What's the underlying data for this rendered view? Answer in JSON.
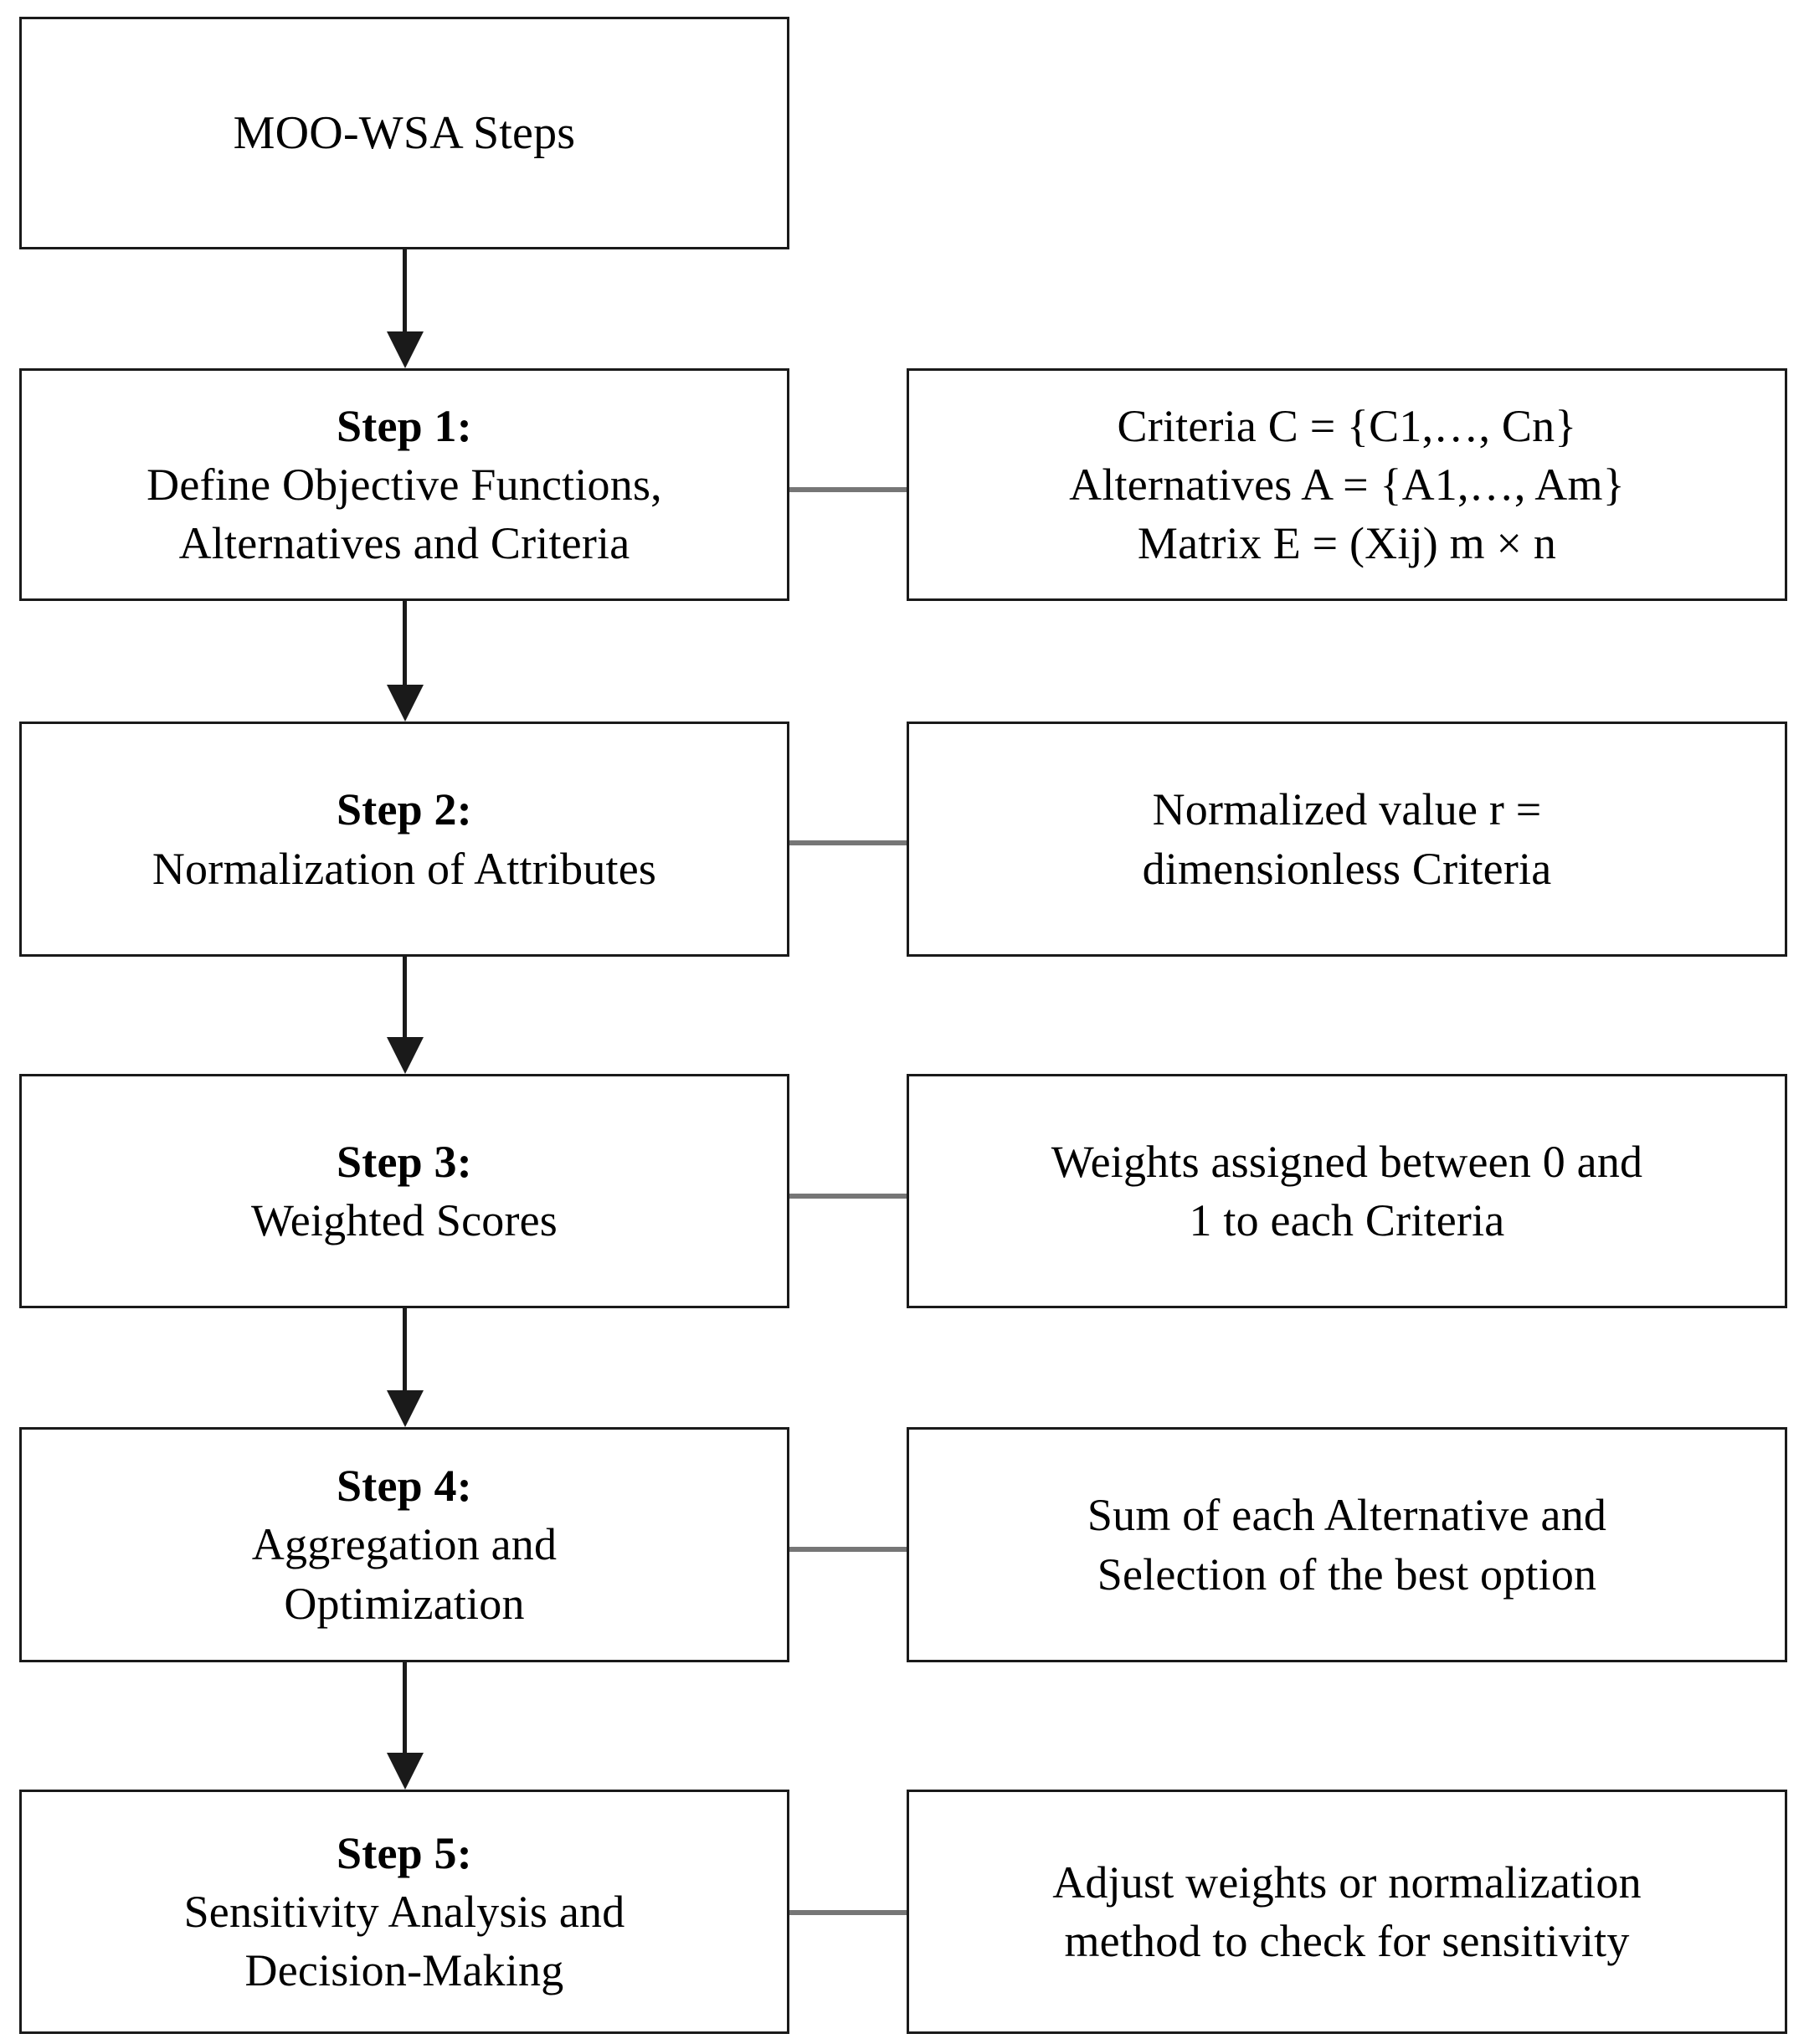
{
  "diagram": {
    "title_box": {
      "label": "MOO-WSA Steps"
    },
    "steps": [
      {
        "step_label": "Step 1:",
        "line1": "Define Objective Functions,",
        "line2": "Alternatives and Criteria",
        "detail_line1": "Criteria C = {C1,…, Cn}",
        "detail_line2": "Alternatives A = {A1,…, Am}",
        "detail_line3": "Matrix E = (Xij) m × n"
      },
      {
        "step_label": "Step 2:",
        "line1": "Normalization of Attributes",
        "line2": "",
        "detail_line1": "Normalized value r =",
        "detail_line2": "dimensionless Criteria",
        "detail_line3": ""
      },
      {
        "step_label": "Step 3:",
        "line1": "Weighted Scores",
        "line2": "",
        "detail_line1": "Weights assigned between 0 and",
        "detail_line2": "1 to each Criteria",
        "detail_line3": ""
      },
      {
        "step_label": "Step 4:",
        "line1": "Aggregation and",
        "line2": "Optimization",
        "detail_line1": "Sum of each Alternative and",
        "detail_line2": "Selection of the best option",
        "detail_line3": ""
      },
      {
        "step_label": "Step 5:",
        "line1": "Sensitivity Analysis and",
        "line2": "Decision-Making",
        "detail_line1": "Adjust weights or normalization",
        "detail_line2": "method to check for sensitivity",
        "detail_line3": ""
      }
    ],
    "colors": {
      "border": "#1a1a1a",
      "connector": "#767676",
      "arrow": "#1a1a1a",
      "background": "#ffffff",
      "text": "#000000"
    }
  }
}
